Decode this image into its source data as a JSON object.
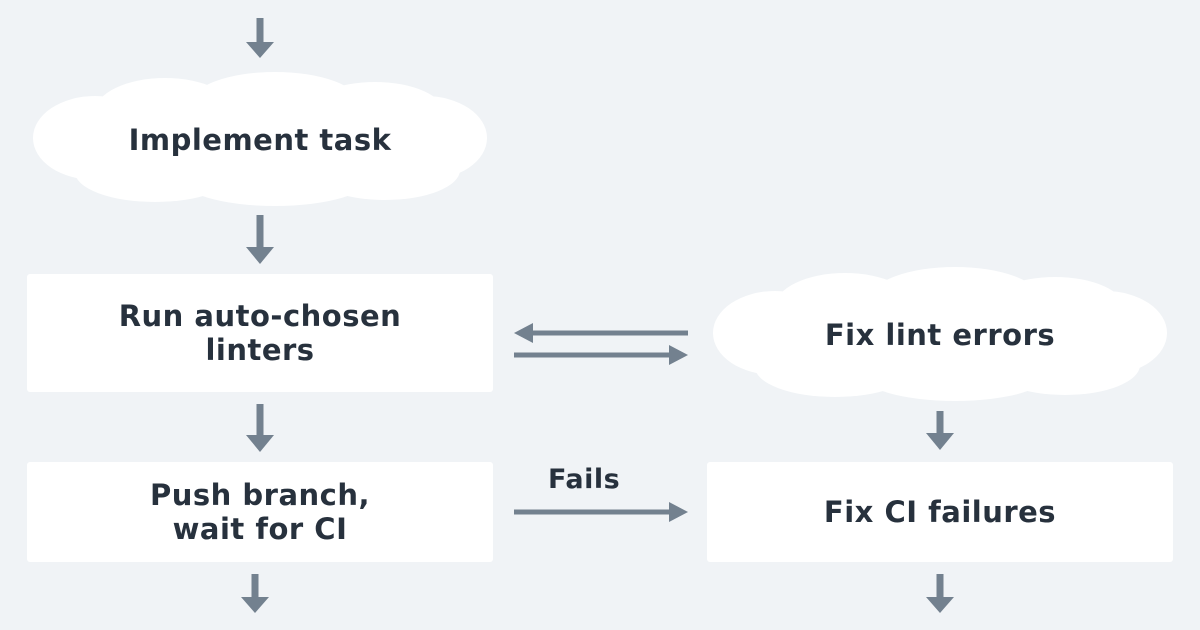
{
  "nodes": {
    "implement_task": "Implement task",
    "run_linters": [
      "Run auto-chosen",
      "linters"
    ],
    "fix_lint": "Fix lint errors",
    "push_branch": [
      "Push branch,",
      "wait for CI"
    ],
    "fix_ci": "Fix CI failures"
  },
  "edges": {
    "fails_label": "Fails"
  },
  "colors": {
    "background": "#f0f3f6",
    "node_fill": "#ffffff",
    "arrow": "#73818f",
    "text": "#27313d"
  }
}
